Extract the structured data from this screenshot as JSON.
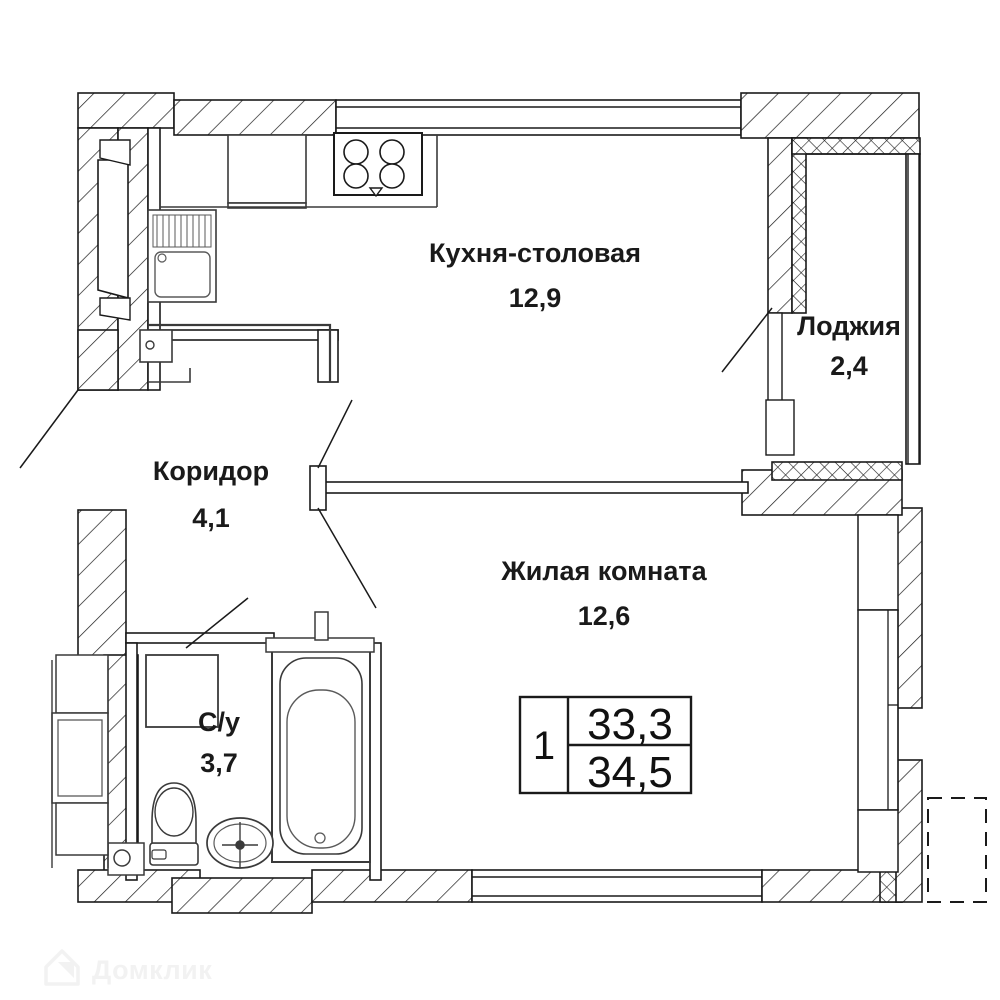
{
  "plan": {
    "type": "apartment-floor-plan",
    "rooms": [
      {
        "key": "kitchen",
        "name": "Кухня-столовая",
        "area": "12,9"
      },
      {
        "key": "loggia",
        "name": "Лоджия",
        "area": "2,4"
      },
      {
        "key": "corridor",
        "name": "Коридор",
        "area": "4,1"
      },
      {
        "key": "living_room",
        "name": "Жилая комната",
        "area": "12,6"
      },
      {
        "key": "bathroom",
        "name": "С/у",
        "area": "3,7"
      }
    ],
    "summary": {
      "rooms_count": "1",
      "area_without_loggia": "33,3",
      "area_total": "34,5"
    },
    "fixtures": [
      "sink-icon",
      "stove-icon",
      "refrigerator-icon",
      "bathtub-icon",
      "toilet-icon",
      "washbasin-icon",
      "washing-machine-icon",
      "radiator-icon",
      "window-icon",
      "door-icon"
    ],
    "colors": {
      "line": "#1a1a1a",
      "hatch": "#2a2a2a",
      "fixture": "#4a4a4a",
      "background": "#ffffff",
      "watermark": "#f2f2f2"
    }
  },
  "watermark": {
    "brand": "Домклик",
    "logo": "domclick-house-cursor-logo"
  }
}
